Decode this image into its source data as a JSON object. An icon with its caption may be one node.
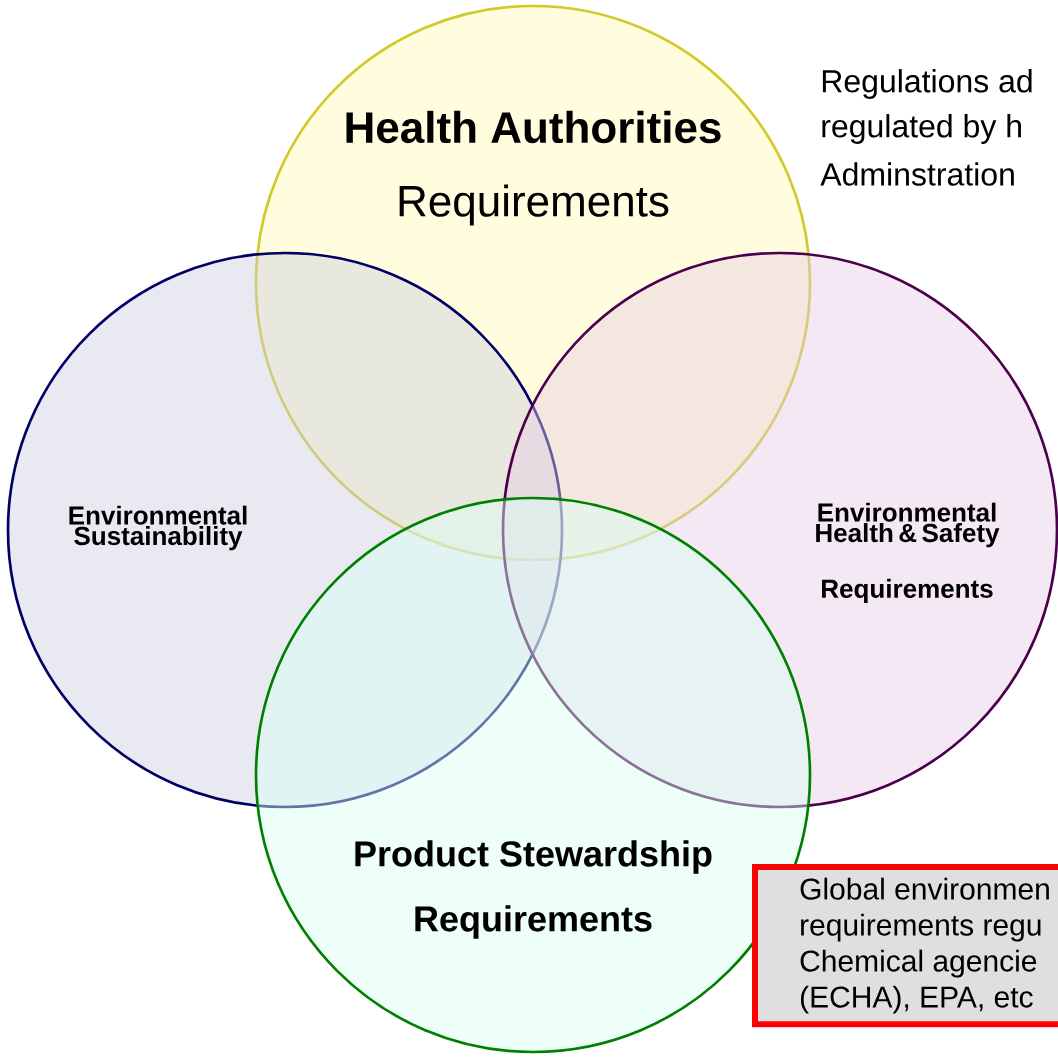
{
  "diagram": {
    "nodes": [
      {
        "text": [
          "Health Authorities",
          "Requirements"
        ]
      },
      {
        "text": [
          "Environmental Sustainability"
        ]
      },
      {
        "text": [
          "Environmental Health & Safety",
          "Requirements"
        ]
      },
      {
        "text": [
          "Product Stewardship",
          "Requirements"
        ]
      },
      {
        "text": [
          "Global environmen",
          "requirements regu",
          "Chemical agencie",
          "(ECHA),  EPA, etc"
        ]
      }
    ],
    "labels": [
      "Regulations ad",
      "regulated by h",
      "Adminstration"
    ]
  }
}
